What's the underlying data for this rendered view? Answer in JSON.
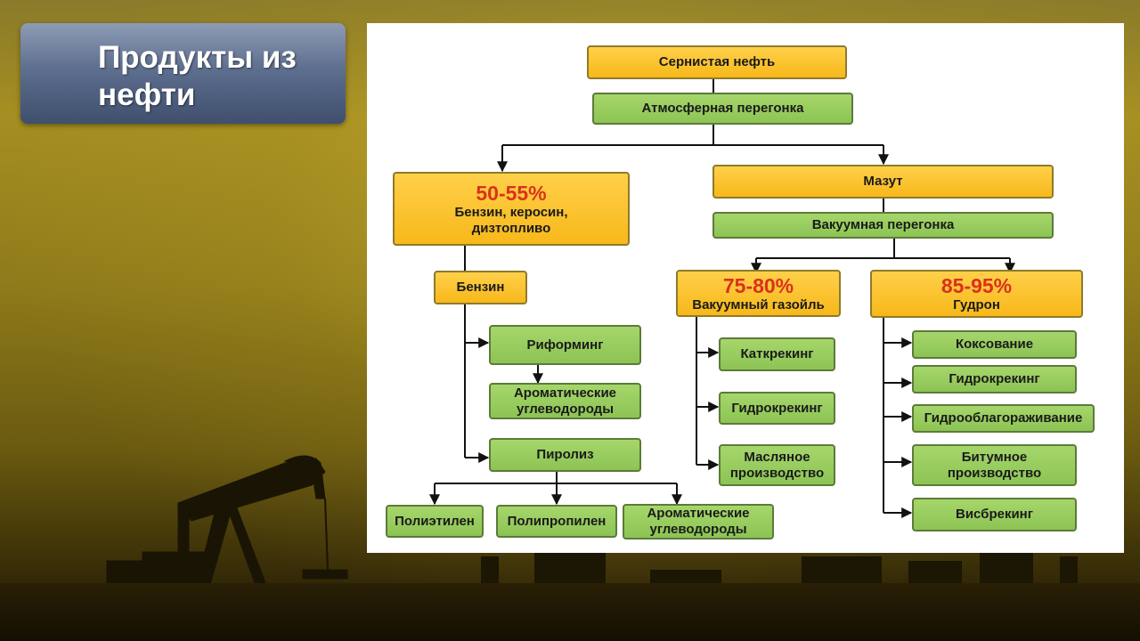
{
  "slide": {
    "title": "Продукты из нефти"
  },
  "diagram": {
    "root": "Сернистая нефть",
    "distillation": "Атмосферная перегонка",
    "light": {
      "percent": "50-55%",
      "label": "Бензин, керосин, дизтопливо"
    },
    "benzin": "Бензин",
    "reforming": "Риформинг",
    "aromatic1": "Ароматические углеводороды",
    "pyrolysis": "Пиролиз",
    "polyethylene": "Полиэтилен",
    "polypropylene": "Полипропилен",
    "aromatic2": "Ароматические углеводороды",
    "mazut": "Мазут",
    "vacuum": "Вакуумная перегонка",
    "gasoil": {
      "percent": "75-80%",
      "label": "Вакуумный газойль"
    },
    "catcracking": "Каткрекинг",
    "hydrocracking1": "Гидрокрекинг",
    "oil_production": "Масляное производство",
    "tar": {
      "percent": "85-95%",
      "label": "Гудрон"
    },
    "coking": "Коксование",
    "hydrocracking2": "Гидрокрекинг",
    "hydrotreating": "Гидрооблагораживание",
    "bitumen": "Битумное производство",
    "visbreaking": "Висбрекинг"
  }
}
